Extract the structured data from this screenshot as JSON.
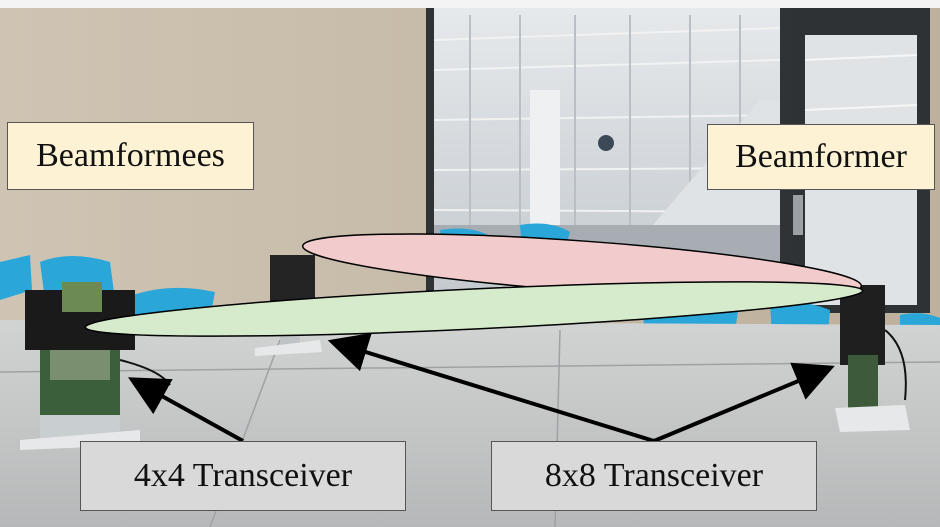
{
  "labels": {
    "beamformees": "Beamformees",
    "beamformer": "Beamformer",
    "transceiver_4x4": "4x4 Transceiver",
    "transceiver_8x8": "8x8 Transceiver"
  },
  "colors": {
    "beam_upper": "#f2cccc",
    "beam_lower": "#d6ebcc",
    "label_warm_bg": "#fdf3d4",
    "label_gray_bg": "#d9d9d9"
  }
}
